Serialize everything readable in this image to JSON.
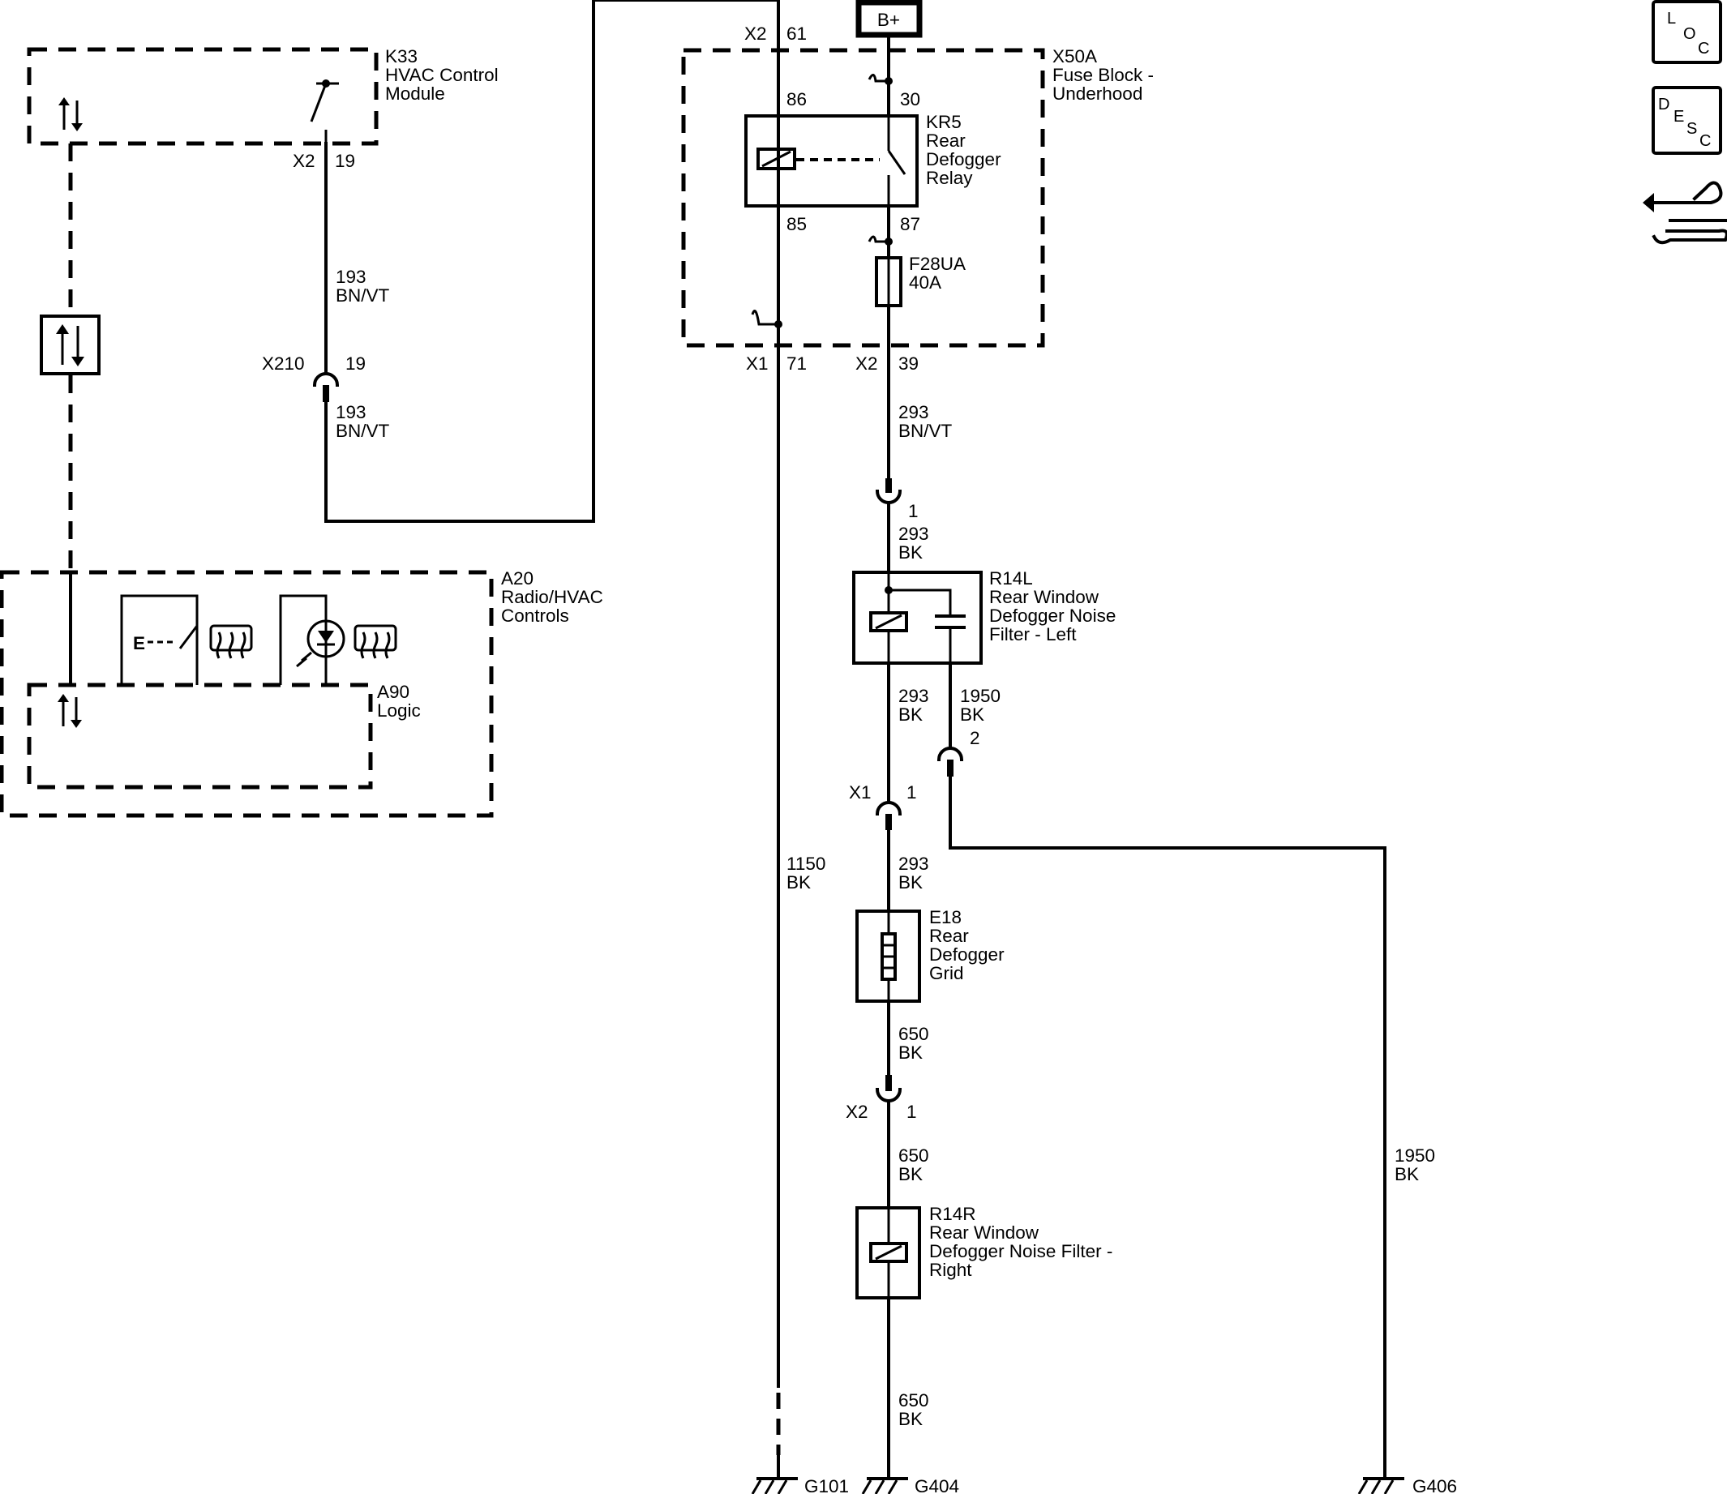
{
  "battery": "B+",
  "components": {
    "k33": {
      "ref": "K33",
      "line1": "HVAC Control",
      "line2": "Module"
    },
    "x50a": {
      "ref": "X50A",
      "line1": "Fuse Block -",
      "line2": "Underhood"
    },
    "kr5": {
      "ref": "KR5",
      "line1": "Rear",
      "line2": "Defogger",
      "line3": "Relay"
    },
    "f28ua": {
      "ref": "F28UA",
      "rating": "40A"
    },
    "a20": {
      "ref": "A20",
      "line1": "Radio/HVAC",
      "line2": "Controls"
    },
    "a90": {
      "ref": "A90",
      "line1": "Logic"
    },
    "r14l": {
      "ref": "R14L",
      "line1": "Rear Window",
      "line2": "Defogger Noise",
      "line3": "Filter - Left"
    },
    "e18": {
      "ref": "E18",
      "line1": "Rear",
      "line2": "Defogger",
      "line3": "Grid"
    },
    "r14r": {
      "ref": "R14R",
      "line1": "Rear Window",
      "line2": "Defogger Noise Filter -",
      "line3": "Right"
    }
  },
  "connectors": {
    "k33_conn": "X2",
    "k33_pin": "19",
    "x210": "X210",
    "x210_pin": "19",
    "x50a_top_conn": "X2",
    "x50a_top_pin": "61",
    "x50a_x1": "X1",
    "x50a_x1_pin": "71",
    "x50a_x2": "X2",
    "x50a_x2_pin": "39",
    "kr5_86": "86",
    "kr5_30": "30",
    "kr5_85": "85",
    "kr5_87": "87",
    "inline_1": "1",
    "r14l_x1": "X1",
    "r14l_x1_pin": "1",
    "r14l_pin2": "2",
    "e18_x2": "X2",
    "e18_x2_pin": "1"
  },
  "wires": {
    "w193a": {
      "num": "193",
      "color": "BN/VT"
    },
    "w193b": {
      "num": "193",
      "color": "BN/VT"
    },
    "w293a": {
      "num": "293",
      "color": "BN/VT"
    },
    "w293b": {
      "num": "293",
      "color": "BK"
    },
    "w293c": {
      "num": "293",
      "color": "BK"
    },
    "w1950a": {
      "num": "1950",
      "color": "BK"
    },
    "w293d": {
      "num": "293",
      "color": "BK"
    },
    "w1150": {
      "num": "1150",
      "color": "BK"
    },
    "w650a": {
      "num": "650",
      "color": "BK"
    },
    "w650b": {
      "num": "650",
      "color": "BK"
    },
    "w650c": {
      "num": "650",
      "color": "BK"
    },
    "w1950b": {
      "num": "1950",
      "color": "BK"
    }
  },
  "grounds": {
    "g101": "G101",
    "g404": "G404",
    "g406": "G406"
  },
  "side_icons": {
    "loc": {
      "l": "L",
      "o": "O",
      "c": "C"
    },
    "desc": {
      "d": "D",
      "e": "E",
      "s": "S",
      "c": "C"
    },
    "icon3": "wrench-arrow-icon"
  }
}
